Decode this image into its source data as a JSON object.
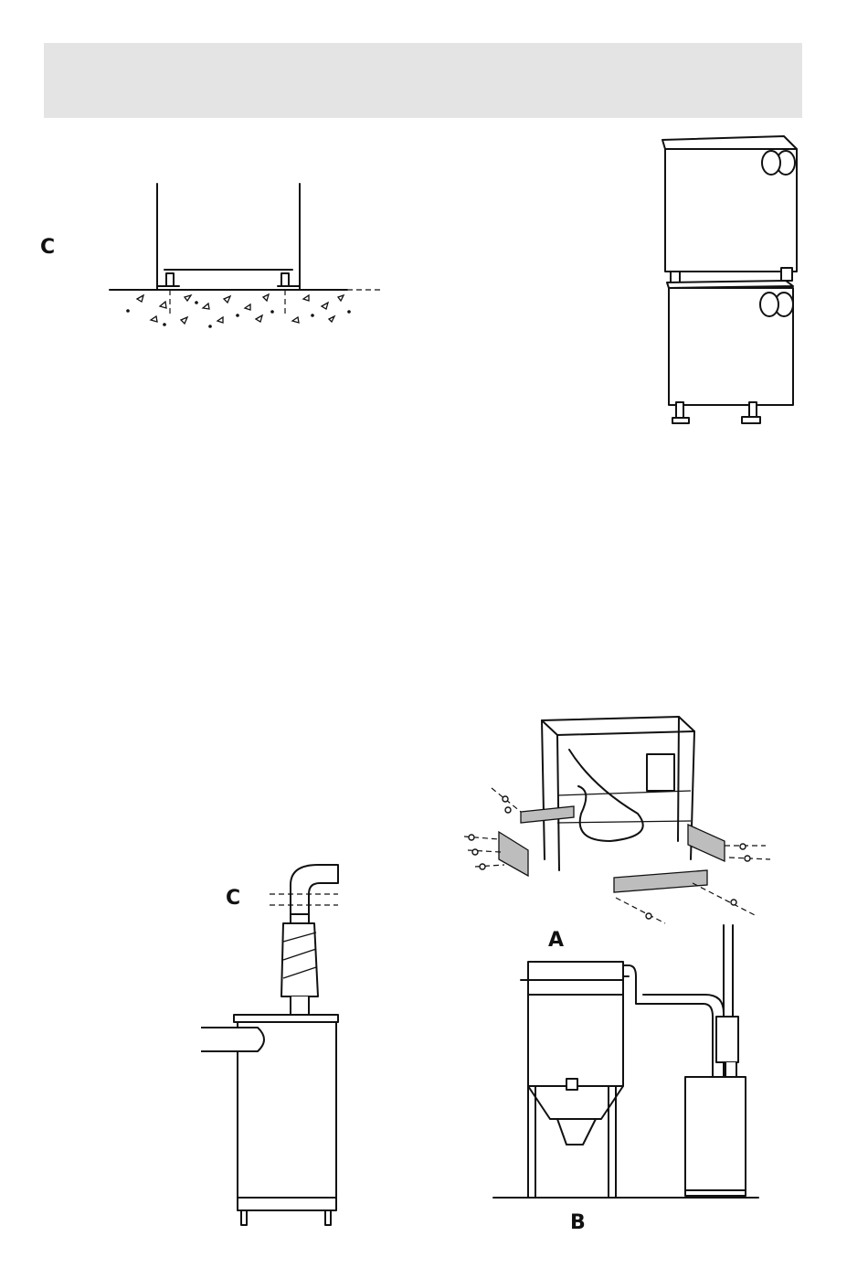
{
  "header": {
    "title": ""
  },
  "figures": {
    "floor_anchor": {
      "label": "C"
    },
    "stacked_units": {
      "label": ""
    },
    "frame_panels": {
      "label": "A"
    },
    "duct_connection": {
      "label": "C"
    },
    "silo_connection": {
      "label": "B"
    }
  }
}
